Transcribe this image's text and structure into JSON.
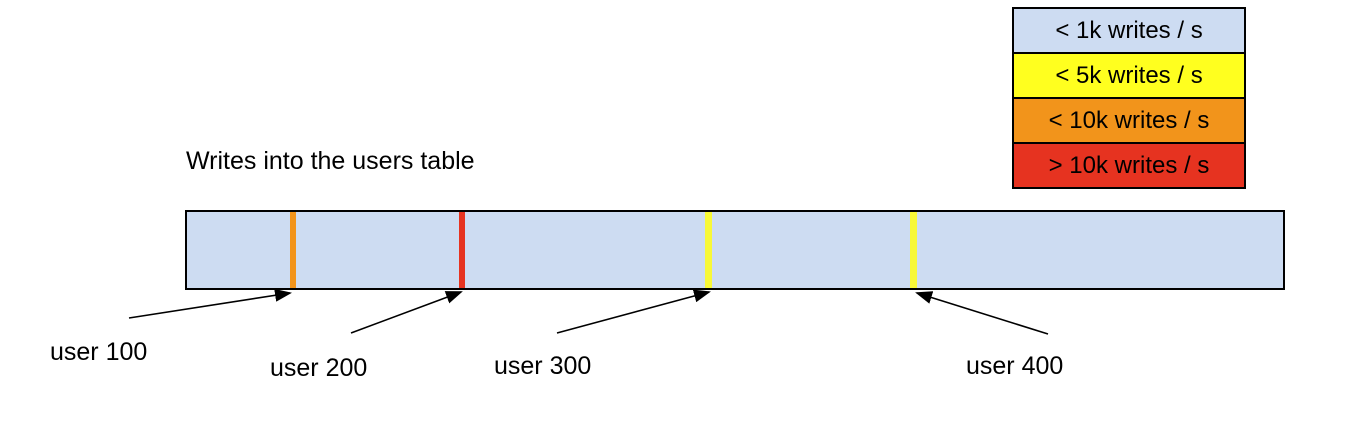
{
  "title": "Writes into the users table",
  "legend": {
    "items": [
      {
        "label": "< 1k writes / s",
        "color": "#cddcf2"
      },
      {
        "label": "< 5k writes / s",
        "color": "#ffff1f"
      },
      {
        "label": "< 10k writes / s",
        "color": "#f2941b"
      },
      {
        "label": "> 10k writes / s",
        "color": "#e63320"
      }
    ]
  },
  "bar": {
    "fill": "#cddcf2",
    "border_color": "#000000"
  },
  "markers": [
    {
      "label": "user 100",
      "stripe_color": "#f2941b"
    },
    {
      "label": "user 200",
      "stripe_color": "#e63320"
    },
    {
      "label": "user 300",
      "stripe_color": "#f8f838"
    },
    {
      "label": "user 400",
      "stripe_color": "#f8f838"
    }
  ]
}
